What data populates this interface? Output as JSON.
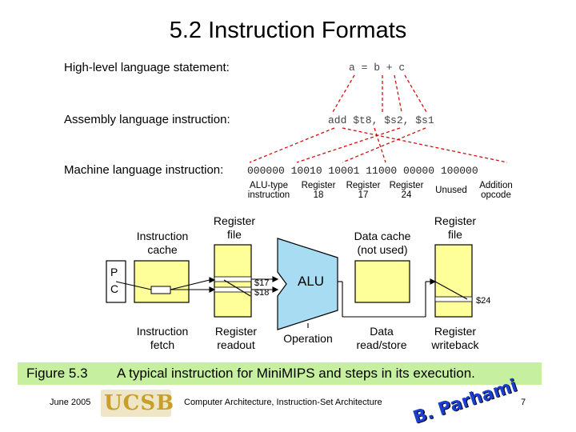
{
  "title": "5.2 Instruction Formats",
  "rows": {
    "high_level": {
      "label": "High-level language statement:",
      "code": "a = b + c"
    },
    "assembly": {
      "label": "Assembly language instruction:",
      "code": "add $t8, $s2, $s1"
    },
    "machine": {
      "label": "Machine language instruction:",
      "code": "000000 10010 10001 11000 00000 100000"
    }
  },
  "fields": [
    {
      "line1": "ALU-type",
      "line2": "instruction"
    },
    {
      "line1": "Register",
      "line2": "18"
    },
    {
      "line1": "Register",
      "line2": "17"
    },
    {
      "line1": "Register",
      "line2": "24"
    },
    {
      "line1": "Unused",
      "line2": ""
    },
    {
      "line1": "Addition",
      "line2": "opcode"
    }
  ],
  "datapath": {
    "pc_label_p": "P",
    "pc_label_c": "C",
    "icache_title": {
      "line1": "Instruction",
      "line2": "cache"
    },
    "regfile_title": {
      "line1": "Register",
      "line2": "file"
    },
    "dcache_title": {
      "line1": "Data cache",
      "line2": "(not used)"
    },
    "regfile2_title": {
      "line1": "Register",
      "line2": "file"
    },
    "alu_label": "ALU",
    "reg_s17": "$17",
    "reg_s18": "$18",
    "reg_s24": "$24",
    "stages": [
      {
        "line1": "Instruction",
        "line2": "fetch"
      },
      {
        "line1": "Register",
        "line2": "readout"
      },
      {
        "line1": "Operation",
        "line2": ""
      },
      {
        "line1": "Data",
        "line2": "read/store"
      },
      {
        "line1": "Register",
        "line2": "writeback"
      }
    ]
  },
  "caption": {
    "figure": "Figure 5.3",
    "text": "A typical instruction for MiniMIPS and steps in its execution."
  },
  "footer": {
    "date": "June 2005",
    "logo": "UCSB",
    "course": "Computer Architecture, Instruction-Set Architecture",
    "author_logo": "B. Parhami",
    "page": "7"
  },
  "colors": {
    "yellow_box": "#ffff99",
    "alu_fill": "#a8dcf2",
    "dashed_red": "#d01010",
    "caption_bg": "#c6f0a0",
    "logo_gold": "#c8a028",
    "author_blue": "#1a3fd0"
  }
}
